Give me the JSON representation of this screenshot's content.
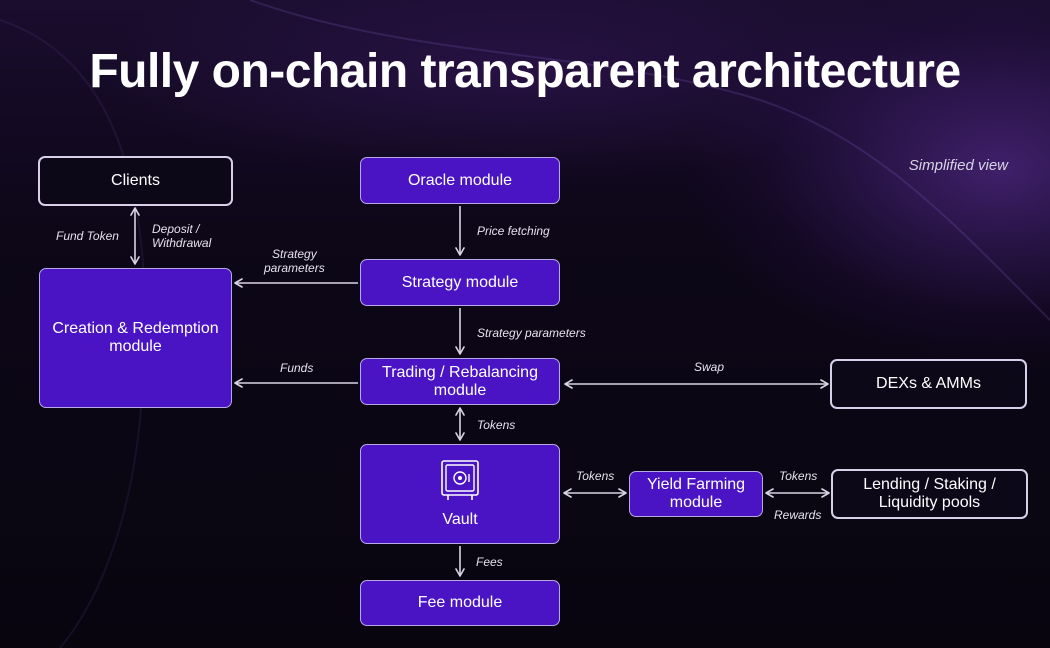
{
  "title": "Fully on-chain transparent architecture",
  "subtitle": "Simplified view",
  "nodes": {
    "clients": "Clients",
    "oracle": "Oracle module",
    "strategy": "Strategy module",
    "creation": "Creation & Redemption\nmodule",
    "trading": "Trading / Rebalancing\nmodule",
    "dexs": "DEXs & AMMs",
    "vault": "Vault",
    "yield": "Yield Farming\nmodule",
    "lending": "Lending / Staking /\nLiquidity pools",
    "fee": "Fee module"
  },
  "edge_labels": {
    "fund_token": "Fund Token",
    "deposit_withdrawal": "Deposit /\nWithdrawal",
    "price_fetching": "Price fetching",
    "strategy_parameters_left": "Strategy\nparameters",
    "strategy_parameters_down": "Strategy parameters",
    "funds": "Funds",
    "swap": "Swap",
    "tokens_vault": "Tokens",
    "tokens_yield": "Tokens",
    "tokens_lending": "Tokens",
    "rewards": "Rewards",
    "fees": "Fees"
  },
  "icons": {
    "vault": "safe-icon"
  },
  "colors": {
    "module_fill": "#4a14c4",
    "external_border": "#d7d0e8",
    "arrow": "#d9d4e4"
  }
}
